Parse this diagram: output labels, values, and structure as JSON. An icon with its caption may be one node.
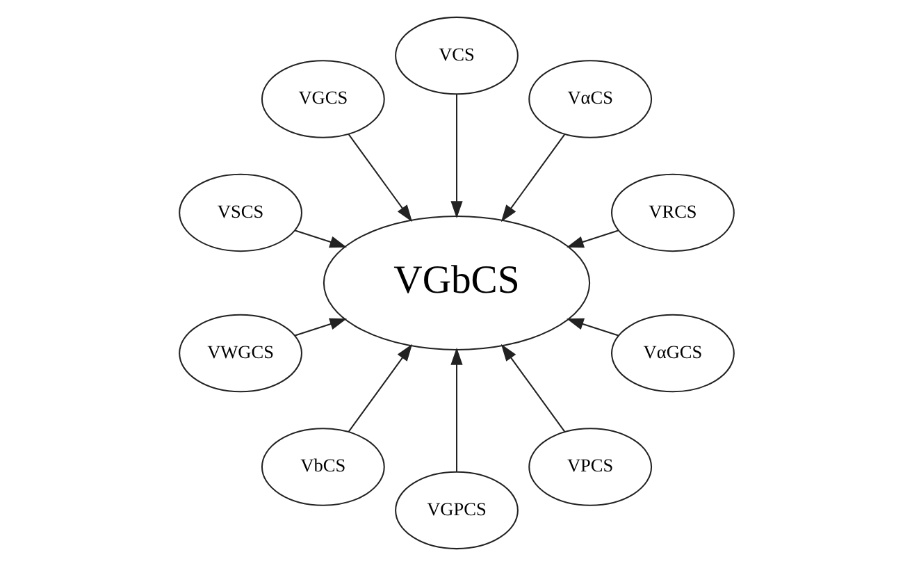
{
  "diagram": {
    "nodes": [
      {
        "text": [
          "VRCS"
        ]
      },
      {
        "text": [
          "VαCS"
        ]
      },
      {
        "text": [
          "VCS"
        ]
      },
      {
        "text": [
          "VGCS"
        ]
      },
      {
        "text": [
          "VSCS"
        ]
      },
      {
        "text": [
          "VGbCS"
        ]
      },
      {
        "text": [
          "VWGCS"
        ]
      },
      {
        "text": [
          "VbCS"
        ]
      },
      {
        "text": [
          "VGPCS"
        ]
      },
      {
        "text": [
          "VPCS"
        ]
      },
      {
        "text": [
          "VαGCS"
        ]
      }
    ],
    "edges": [
      {
        "from": 0,
        "to": 5,
        "arrow": "to"
      },
      {
        "from": 1,
        "to": 5,
        "arrow": "to"
      },
      {
        "from": 2,
        "to": 5,
        "arrow": "to"
      },
      {
        "from": 3,
        "to": 5,
        "arrow": "to"
      },
      {
        "from": 4,
        "to": 5,
        "arrow": "to"
      },
      {
        "from": 6,
        "to": 5,
        "arrow": "to"
      },
      {
        "from": 7,
        "to": 5,
        "arrow": "to"
      },
      {
        "from": 8,
        "to": 5,
        "arrow": "to"
      },
      {
        "from": 9,
        "to": 5,
        "arrow": "to"
      },
      {
        "from": 10,
        "to": 5,
        "arrow": "to"
      }
    ]
  }
}
